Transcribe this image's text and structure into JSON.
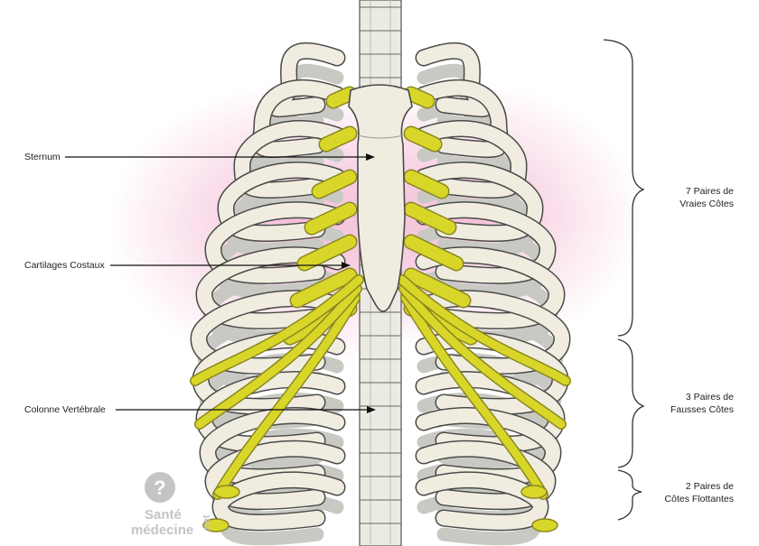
{
  "labels": {
    "sternum": "Sternum",
    "cartilages": "Cartilages Costaux",
    "colonne": "Colonne Vertébrale"
  },
  "groups": {
    "vraies": {
      "line1": "7 Paires de",
      "line2": "Vraies Côtes"
    },
    "fausses": {
      "line1": "3 Paires de",
      "line2": "Fausses Côtes"
    },
    "flottantes": {
      "line1": "2 Paires de",
      "line2": "Côtes Flottantes"
    }
  },
  "watermark": {
    "line1": "Santé",
    "line2": "médecine",
    "suffix": ".net"
  },
  "colors": {
    "bone": "#f0ede0",
    "bone_outline": "#4a4a4a",
    "back_rib": "#c9c9c4",
    "cartilage": "#d9d62a",
    "cartilage_light": "#eeec7a",
    "glow": "#f3b8d3"
  }
}
